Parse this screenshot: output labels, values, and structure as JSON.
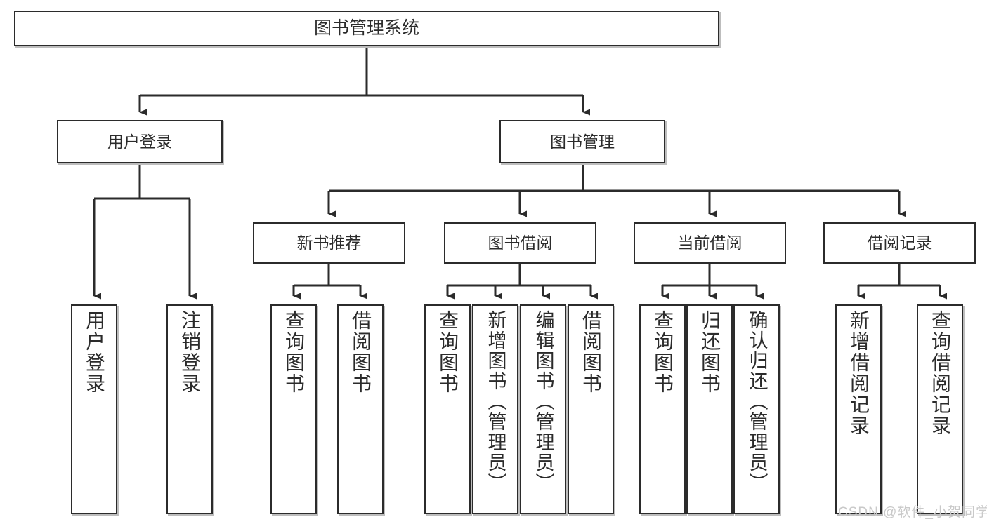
{
  "diagram": {
    "type": "tree",
    "title": "图书管理系统",
    "orientation": "top-down",
    "colors": {
      "stroke": "#2b2b2b",
      "fill": "#ffffff",
      "watermark": "#c9c9c9"
    },
    "root": {
      "label": "图书管理系统"
    },
    "level1": [
      {
        "label": "用户登录"
      },
      {
        "label": "图书管理"
      }
    ],
    "level2": [
      {
        "label": "新书推荐"
      },
      {
        "label": "图书借阅"
      },
      {
        "label": "当前借阅"
      },
      {
        "label": "借阅记录"
      }
    ],
    "leaves": [
      {
        "label": "用户登录",
        "parent": "用户登录"
      },
      {
        "label": "注销登录",
        "parent": "用户登录"
      },
      {
        "label": "查询图书",
        "parent": "新书推荐"
      },
      {
        "label": "借阅图书",
        "parent": "新书推荐"
      },
      {
        "label": "查询图书",
        "parent": "图书借阅"
      },
      {
        "label": "新增图书（管理员）",
        "parent": "图书借阅"
      },
      {
        "label": "编辑图书（管理员）",
        "parent": "图书借阅"
      },
      {
        "label": "借阅图书",
        "parent": "图书借阅"
      },
      {
        "label": "查询图书",
        "parent": "当前借阅"
      },
      {
        "label": "归还图书",
        "parent": "当前借阅"
      },
      {
        "label": "确认归还（管理员）",
        "parent": "当前借阅"
      },
      {
        "label": "新增借阅记录",
        "parent": "借阅记录"
      },
      {
        "label": "查询借阅记录",
        "parent": "借阅记录"
      }
    ]
  },
  "watermark": {
    "text": "CSDN @软件_小贺同学"
  }
}
